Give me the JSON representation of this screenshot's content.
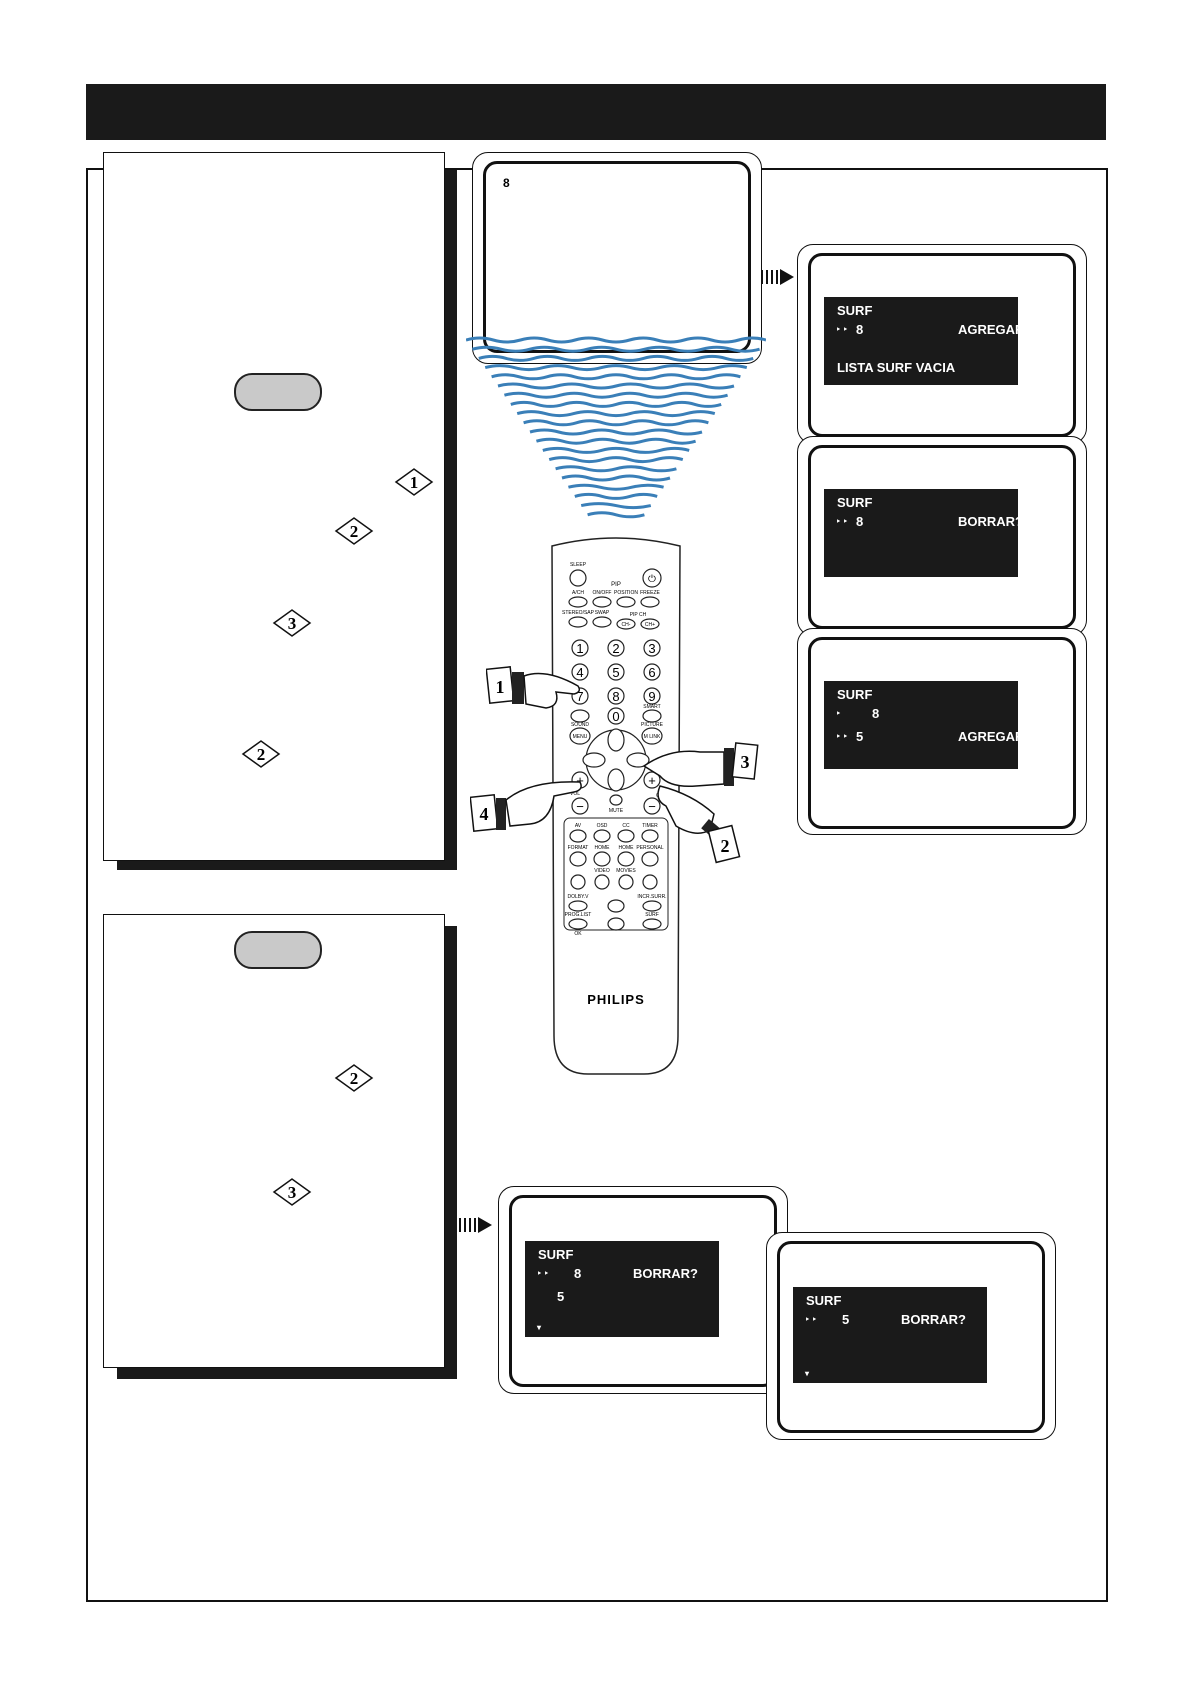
{
  "tv_top": {
    "channel": "8"
  },
  "osd_1": {
    "title": "SURF",
    "markers": "‣ ‣",
    "channel": "8",
    "action": "AGREGAR?",
    "message": "LISTA SURF VACIA"
  },
  "osd_2": {
    "title": "SURF",
    "markers": "‣ ‣",
    "channel": "8",
    "action": "BORRAR?"
  },
  "osd_3": {
    "title": "SURF",
    "marker_single": "‣",
    "channel_a": "8",
    "markers": "‣ ‣",
    "channel_b": "5",
    "action": "AGREGAR?"
  },
  "osd_4": {
    "title": "SURF",
    "markers": "‣ ‣",
    "channel_a": "8",
    "action": "BORRAR?",
    "channel_b": "5",
    "scroll": "▾"
  },
  "osd_5": {
    "title": "SURF",
    "markers": "‣ ‣",
    "channel": "5",
    "action": "BORRAR?",
    "scroll": "▾"
  },
  "steps": {
    "one": "1",
    "two": "2",
    "three": "3",
    "four": "4"
  },
  "remote": {
    "brand": "PHILIPS",
    "labels": {
      "sleep": "SLEEP",
      "pip": "PIP",
      "ach": "A/CH",
      "onoff": "ON/OFF",
      "position": "POSITION",
      "freeze": "FREEZE",
      "stereo": "STEREO/SAP",
      "swap": "SWAP",
      "pipch": "PIP CH",
      "chminus": "CH-",
      "chplus": "CH+",
      "n1": "1",
      "n2": "2",
      "n3": "3",
      "n4": "4",
      "n5": "5",
      "n6": "6",
      "n7": "7",
      "n8": "8",
      "n9": "9",
      "n0": "0",
      "smart": "SMART",
      "sound": "SOUND",
      "picture": "PICTURE",
      "menu": "MENU",
      "mlink": "M LINK",
      "vol": "VOL",
      "ch": "CH",
      "mute": "MUTE",
      "av": "AV",
      "osd": "OSD",
      "cc": "CC",
      "timer": "TIMER",
      "format": "FORMAT",
      "home": "HOME",
      "home2": "HOME",
      "personal": "PERSONAL",
      "video": "VIDEO",
      "movies": "MOVIES",
      "dolby": "DOLBY.V",
      "incr": "INCR.SURR.",
      "progl": "PROG.LIST",
      "ok": "OK",
      "surf": "SURF"
    }
  }
}
